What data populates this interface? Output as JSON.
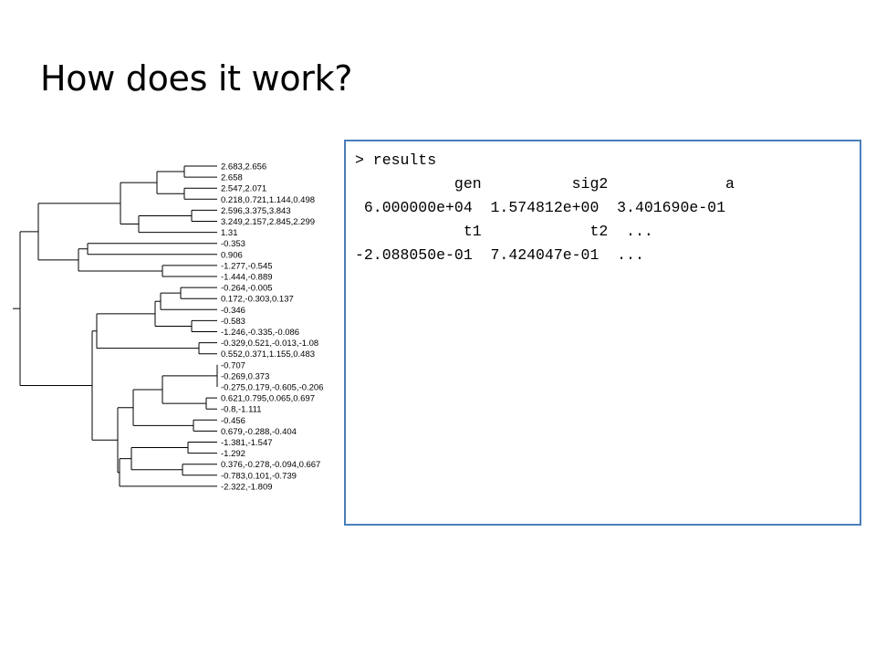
{
  "slide": {
    "title": "How does it work?"
  },
  "tree": {
    "branch_color": "#000000",
    "tip_labels": [
      "2.683,2.656",
      "2.658",
      "2.547,2.071",
      "0.218,0.721,1.144,0.498",
      "2.596,3.375,3.843",
      "3.249,2.157,2.845,2.299",
      "1.31",
      "-0.353",
      "0.906",
      "-1.277,-0.545",
      "-1.444,-0.889",
      "-0.264,-0.005",
      "0.172,-0.303,0.137",
      "-0.346",
      "-0.583",
      "-1.246,-0.335,-0.086",
      "-0.329,0.521,-0.013,-1.08",
      "0.552,0.371,1.155,0.483",
      "-0.707",
      "-0.269,0.373",
      "-0.275,0.179,-0.605,-0.206",
      "0.621,0.795,0.065,0.697",
      "-0.8,-1.111",
      "-0.456",
      "0.679,-0.288,-0.404",
      "-1.381,-1.547",
      "-1.292",
      "0.376,-0.278,-0.094,0.667",
      "-0.783,0.101,-0.739",
      "-2.322,-1.809"
    ]
  },
  "console": {
    "border_color": "#4a7ebb",
    "lines": [
      "> results",
      "           gen          sig2             a",
      " 6.000000e+04  1.574812e+00  3.401690e-01",
      "            t1            t2  ...",
      "-2.088050e-01  7.424047e-01  ..."
    ]
  }
}
